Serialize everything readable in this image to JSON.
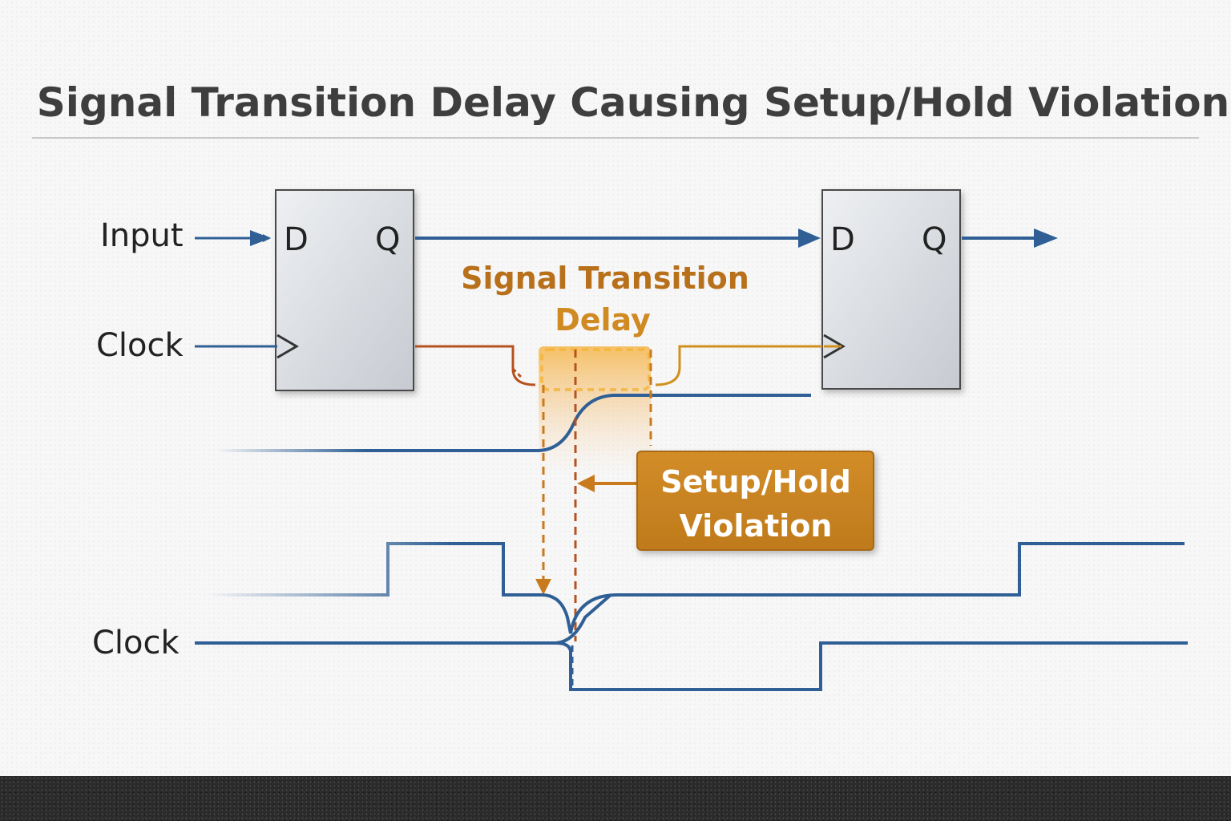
{
  "title": "Signal Transition Delay Causing Setup/Hold Violation",
  "flipflop_1": {
    "d": "D",
    "q": "Q"
  },
  "flipflop_2": {
    "d": "D",
    "q": "Q"
  },
  "labels": {
    "input": "Input",
    "clock_top": "Clock",
    "clock_bottom": "Clock"
  },
  "delay_label": {
    "line1": "Signal Transition",
    "line2": "Delay"
  },
  "violation_label": {
    "line1": "Setup/Hold",
    "line2": "Violation"
  },
  "colors": {
    "signal_blue": "#2f5f95",
    "delay_orange": "#c97a1c",
    "delay_red": "#b5521f",
    "violation_box": "#c98421",
    "title": "#3e3e3e"
  }
}
